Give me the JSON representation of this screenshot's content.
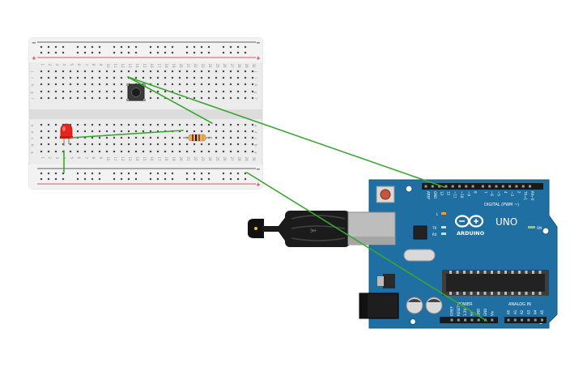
{
  "colors": {
    "board_blue": "#1f6fa3",
    "wire_green": "#3aa632",
    "rail_red": "#cc2a2a",
    "rail_dark": "#333333",
    "led_red": "#e8241f",
    "breadboard": "#ececec"
  },
  "breadboard": {
    "rail_plus": "+",
    "rail_minus": "−",
    "row_labels_top": [
      "j",
      "i",
      "h",
      "g",
      "f"
    ],
    "row_labels_bottom": [
      "e",
      "d",
      "c",
      "b",
      "a"
    ],
    "col_numbers": [
      "1",
      "2",
      "3",
      "4",
      "5",
      "6",
      "7",
      "8",
      "9",
      "10",
      "11",
      "12",
      "13",
      "14",
      "15",
      "16",
      "17",
      "18",
      "19",
      "20",
      "21",
      "22",
      "23",
      "24",
      "25",
      "26",
      "27",
      "28",
      "29",
      "30"
    ]
  },
  "components": {
    "led": "led",
    "resistor": "resistor",
    "button": "pushbutton"
  },
  "arduino": {
    "logo_word": "ARDUINO",
    "model": "UNO",
    "digital_header_label": "DIGITAL (PWM ~)",
    "digital_pins": [
      "AREF",
      "GND",
      "13",
      "12",
      "~11",
      "~10",
      "~9",
      "8",
      "7",
      "~6",
      "~5",
      "4",
      "~3",
      "2",
      "TX→1",
      "RX←0"
    ],
    "led_label_l": "L",
    "led_label_tx": "TX",
    "led_label_rx": "RX",
    "on_label": "ON",
    "power_label": "POWER",
    "analog_label": "ANALOG IN",
    "power_pins": [
      "IOREF",
      "RESET",
      "3.3V",
      "5V",
      "GND",
      "GND",
      "Vin"
    ],
    "analog_pins": [
      "A0",
      "A1",
      "A2",
      "A3",
      "A4",
      "A5"
    ]
  }
}
